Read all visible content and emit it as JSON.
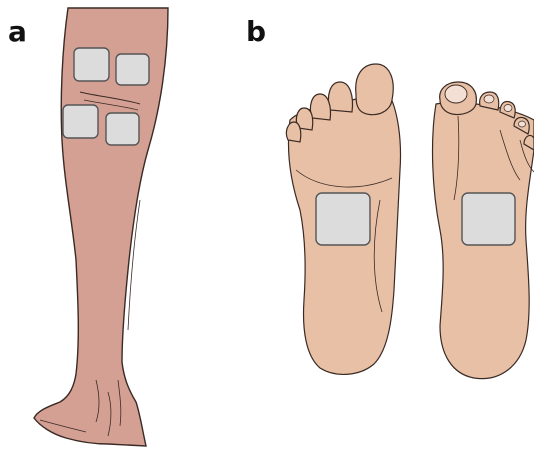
{
  "panels": [
    {
      "label": "a"
    },
    {
      "label": "b"
    }
  ],
  "colors": {
    "leg_skin": "#d4a093",
    "foot_skin": "#e8c0a5",
    "electrode_fill": "#dcdcdc",
    "electrode_stroke": "#555555",
    "outline": "#3a2a25",
    "toenail": "#f3dfd3"
  },
  "electrodes": {
    "leg_count": 4,
    "foot_count": 2
  }
}
